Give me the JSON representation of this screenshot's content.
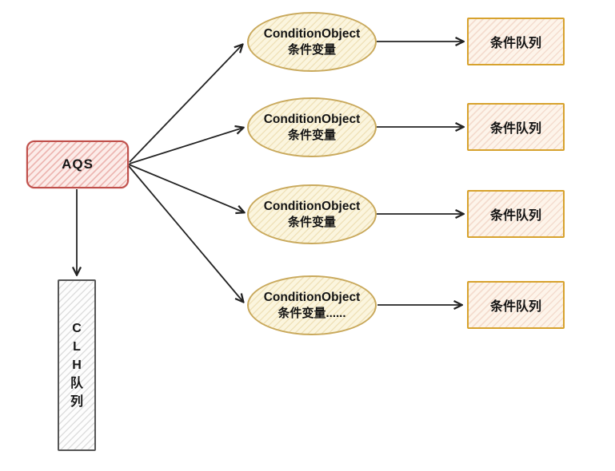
{
  "diagram": {
    "title_hint": "AQS condition queues diagram",
    "root_label": "AQS",
    "clh_queue": {
      "chars": [
        "C",
        "L",
        "H",
        "队",
        "列"
      ]
    },
    "rows": [
      {
        "condition_object": "ConditionObject",
        "condition_variable": "条件变量",
        "queue_label": "条件队列"
      },
      {
        "condition_object": "ConditionObject",
        "condition_variable": "条件变量",
        "queue_label": "条件队列"
      },
      {
        "condition_object": "ConditionObject",
        "condition_variable": "条件变量",
        "queue_label": "条件队列"
      },
      {
        "condition_object": "ConditionObject",
        "condition_variable": "条件变量......",
        "queue_label": "条件队列"
      }
    ],
    "colors": {
      "aqs_border": "#c0504b",
      "aqs_fill": "#fcece9",
      "ellipse_border": "#c9a95c",
      "ellipse_fill": "#fbf5de",
      "queue_rect_border": "#d7a22d",
      "queue_rect_fill": "#fdf4ea",
      "clh_border": "#565656",
      "arrow": "#232323",
      "background": "#ffffff"
    }
  }
}
